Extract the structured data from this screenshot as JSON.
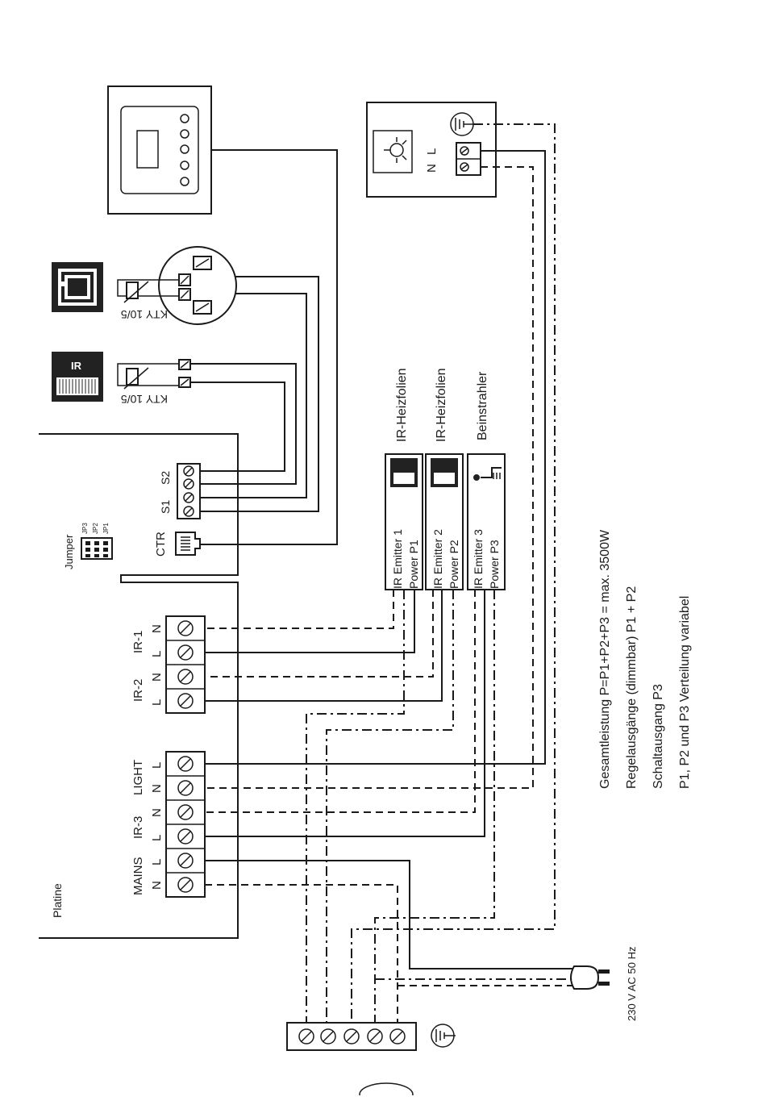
{
  "board": {
    "label": "Platine"
  },
  "jumper": {
    "title": "Jumper",
    "pins": [
      "JP3",
      "JP2",
      "JP1"
    ]
  },
  "ctr": {
    "label": "CTR"
  },
  "sensor_block": {
    "s1": "S1",
    "s2": "S2"
  },
  "sensors": [
    {
      "label": "KTY 10/5",
      "icon": "infrared-panel-icon"
    },
    {
      "label": "KTY 10/5",
      "icon": "cabin-icon"
    }
  ],
  "terminals_top": [
    {
      "group": "IR-1",
      "pins": [
        "N",
        "L"
      ]
    },
    {
      "group": "IR-2",
      "pins": [
        "N",
        "L"
      ]
    }
  ],
  "terminals_bottom": [
    {
      "group": "LIGHT",
      "pins": [
        "L",
        "N"
      ]
    },
    {
      "group": "IR-3",
      "pins": [
        "N",
        "L"
      ]
    },
    {
      "group": "MAINS",
      "pins": [
        "L",
        "N"
      ]
    }
  ],
  "emitters": [
    {
      "heading": "IR-Heizfolien",
      "name": "IR  Emitter 1",
      "power": "Power P1"
    },
    {
      "heading": "IR-Heizfolien",
      "name": "IR  Emitter 2",
      "power": "Power P2"
    },
    {
      "heading": "Beinstrahler",
      "name": "IR  Emitter 3",
      "power": "Power P3"
    }
  ],
  "lamp": {
    "n": "N",
    "l": "L"
  },
  "supply": {
    "label": "230 V AC 50 Hz"
  },
  "notes": [
    "Gesamtleistung P=P1+P2+P3 = max. 3500W",
    "Regelausgänge (dimmbar) P1 + P2",
    "Schaltausgang P3",
    "P1, P2 und P3 Verteilung variabel"
  ],
  "colors": {
    "line": "#1a1a1a",
    "panel_dark": "#222222",
    "background": "#ffffff"
  }
}
